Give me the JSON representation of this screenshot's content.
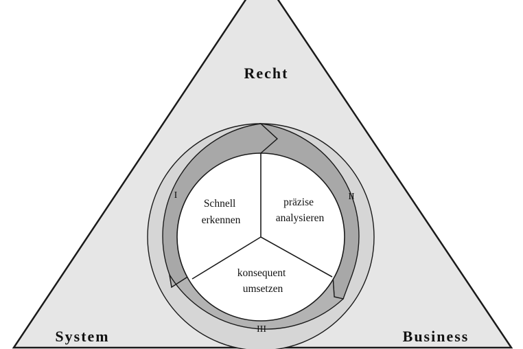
{
  "corners": {
    "top": "Recht",
    "left": "System",
    "right": "Business"
  },
  "sectors": {
    "left": [
      "Schnell",
      "erkennen"
    ],
    "right": [
      "präzise",
      "analysieren"
    ],
    "bottom": [
      "konsequent",
      "umsetzen"
    ]
  },
  "cycle_labels": {
    "one": "I",
    "two": "II",
    "three": "III"
  },
  "colors": {
    "triangle_fill": "#e6e6e6",
    "ring_track": "#d6d6d6",
    "ring_arrow": "#a8a8a8",
    "inner_circle": "#ffffff",
    "stroke": "#1a1a1a"
  }
}
